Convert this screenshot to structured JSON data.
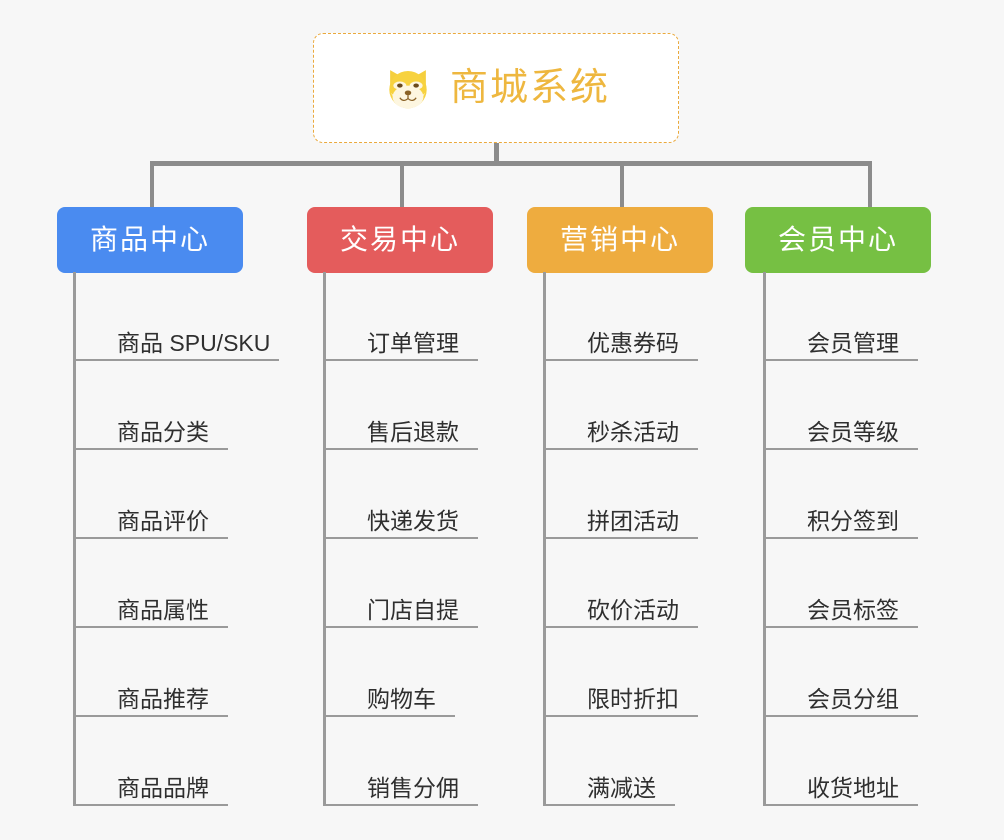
{
  "page": {
    "background_color": "#f7f7f7",
    "line_color": "#8c8c8c",
    "leaf_line_color": "#9a9a9a",
    "leaf_text_color": "#2f2f2f"
  },
  "root": {
    "title": "商城系统",
    "icon": "dog-face-icon",
    "text_color": "#eeb73f",
    "border_color": "#eaa93c",
    "background_color": "#ffffff"
  },
  "categories": [
    {
      "label": "商品中心",
      "color": "#4a8bf0",
      "items": [
        "商品 SPU/SKU",
        "商品分类",
        "商品评价",
        "商品属性",
        "商品推荐",
        "商品品牌"
      ]
    },
    {
      "label": "交易中心",
      "color": "#e45c5c",
      "items": [
        "订单管理",
        "售后退款",
        "快递发货",
        "门店自提",
        "购物车",
        "销售分佣"
      ]
    },
    {
      "label": "营销中心",
      "color": "#eeac3f",
      "items": [
        "优惠券码",
        "秒杀活动",
        "拼团活动",
        "砍价活动",
        "限时折扣",
        "满减送"
      ]
    },
    {
      "label": "会员中心",
      "color": "#76c043",
      "items": [
        "会员管理",
        "会员等级",
        "积分签到",
        "会员标签",
        "会员分组",
        "收货地址"
      ]
    }
  ]
}
